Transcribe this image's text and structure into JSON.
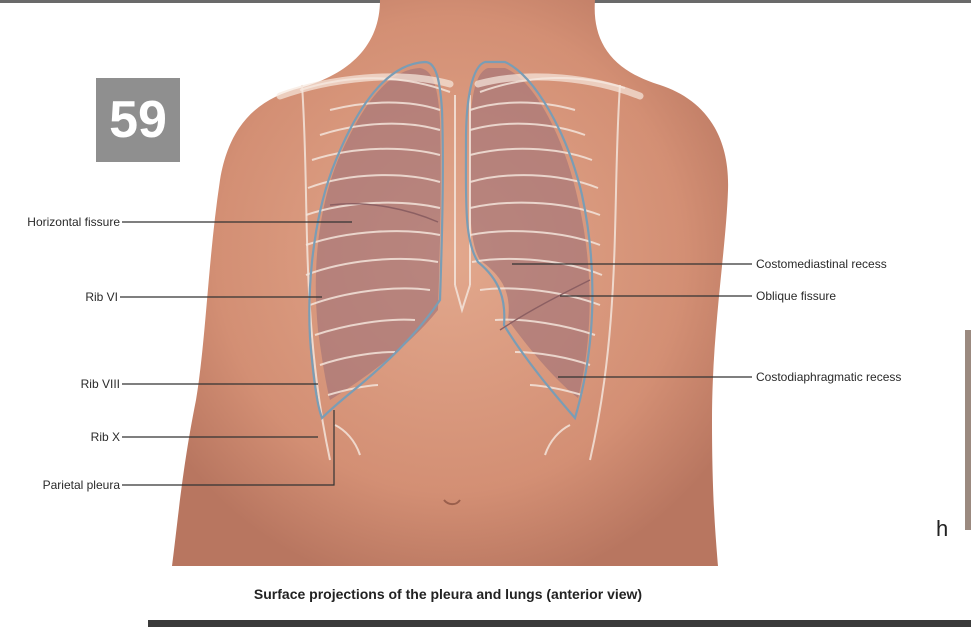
{
  "figure": {
    "number": "59",
    "caption": "Surface projections of the pleura and lungs (anterior view)",
    "edge_fragment": "h"
  },
  "labels": {
    "horizontal_fissure": "Horizontal fissure",
    "rib_vi": "Rib VI",
    "rib_viii": "Rib VIII",
    "rib_x": "Rib X",
    "parietal_pleura": "Parietal pleura",
    "costomediastinal_recess": "Costomediastinal recess",
    "oblique_fissure": "Oblique fissure",
    "costodiaphragmatic_recess": "Costodiaphragmatic recess"
  },
  "colors": {
    "skin": "#d99a80",
    "skin_shadow": "#c47f65",
    "lung_fill": "#a87779",
    "pleura_line": "#7a9db5",
    "rib_outline": "#f3e4da",
    "leader_line": "#333333",
    "badge": "#8f8f8f"
  }
}
